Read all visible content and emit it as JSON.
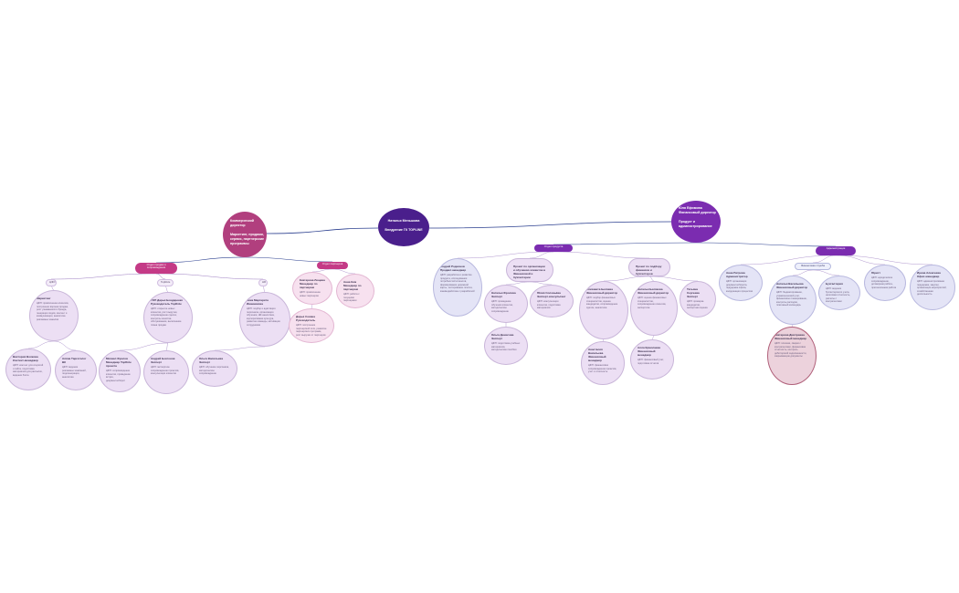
{
  "colors": {
    "center": "#4a1f8c",
    "left_main": "#b13f7e",
    "right_main": "#7b2cb0",
    "pill_pink": "#c43a86",
    "pill_purple": "#7b2cb0",
    "link_main": "#2b3f8f",
    "link_branch": "#9a7ac0"
  },
  "center": {
    "line1": "Наталья Меньшова",
    "line2": "Внедрение ГК TOPLINE",
    "icon": "center-topic-icon"
  },
  "left_main": {
    "line1": "Коммерческий директор",
    "line2": "Маркетинг, продажи, сервис, партнерские программы"
  },
  "right_main": {
    "line1": "Юля Ефимова Финансовый директор",
    "line2": "Продукт и администрирование"
  },
  "left_groups": [
    {
      "key": "sales",
      "label": "Отдел продаж и сопровождения"
    },
    {
      "key": "partners",
      "label": "Отдел партнеров"
    }
  ],
  "right_groups": [
    {
      "key": "product",
      "label": "Отдел продукта"
    },
    {
      "key": "admin",
      "label": "Администрация"
    }
  ],
  "sub_pills": {
    "b2b": "ЦФО",
    "topline": "TopRole",
    "hr": "HR",
    "finance": "Финансовая служба"
  },
  "nodes": {
    "mkt": {
      "title": "Маркетинг",
      "desc": "ЦФП: привлечение клиентов, построение воронки продаж, рост узнаваемости бренда, генерация лидов, контент и коммуникации, аналитика рекламных каналов"
    },
    "tl": {
      "title": "ТОП Дарья Бондаренко Руководитель TopRole",
      "desc": "ЦФП: открытие новых клиентов, рост выручки, сопровождение сделок, контроль качества обслуживания, выполнение плана продаж"
    },
    "hrh": {
      "title": "Ника Маргарита Иванникова",
      "desc": "ЦФП: подбор и адаптация персонала, организация обучения, HR-аналитика, корпоративная культура, развитие команды, мотивация сотрудников"
    },
    "mk1": {
      "title": "Виктория Волкова Контент-менеджер",
      "desc": "ЦФП: контент для соцсетей и сайта, подготовка материалов для рассылок, ведение блога"
    },
    "mk2": {
      "title": "Алёна Таргетолог ВК",
      "desc": "ЦФП: ведение рекламных кампаний, лидогенерация, аналитика"
    },
    "tl1": {
      "title": "Михаил Фролов Менеджер TopRole проекта",
      "desc": "ЦФП: сопровождение клиентов, проведение встреч, документооборот"
    },
    "tl2": {
      "title": "Андрей Бессонов Эксперт",
      "desc": "ЦФП: экспертное сопровождение проектов, консультации клиентов"
    },
    "hr1": {
      "title": "Ольга Васильева Эксперт",
      "desc": "ЦФП: обучение персонала, методическое сопровождение"
    },
    "p1": {
      "title": "Екатерина Лещева Менеджер по партнерам",
      "desc": "ЦФП: привлечение новых партнеров"
    },
    "p2": {
      "title": "Анна Ким Менеджер по партнерам",
      "desc": "ЦФП: работа с текущими партнерами"
    },
    "p3": {
      "title": "Дарья Сокина Руководитель",
      "desc": "ЦФП: построение партнерской сети, развитие партнерских программ, рост выручки от партнеров"
    },
    "r1": {
      "title": "Андрей Родионов Продакт-менеджер",
      "desc": "ЦФП: разработка и развитие продукта, исследования потребностей клиентов, формирование дорожной карты, тестирование гипотез, взаимодействие с разработкой"
    },
    "r2": {
      "title": "Проект по организации и обучению клиентов в Финансовой и бухгалтерии",
      "desc": ""
    },
    "r2a": {
      "title": "Наталья Фролова Эксперт",
      "desc": "ЦФП: проведение обучения клиентов, методическое сопровождение"
    },
    "r2b": {
      "title": "Юлия Соловьёва Эксперт-консультант",
      "desc": "ЦФП: консультации клиентов, подготовка материалов"
    },
    "r2c": {
      "title": "Ольга Денисова Эксперт",
      "desc": "ЦФП: подготовка учебных материалов, методические пособия"
    },
    "r3": {
      "title": "Проект по подбору финансов и бухгалтеров",
      "desc": ""
    },
    "r3a": {
      "title": "Елизавета Беляева Финансовый директор",
      "desc": "ЦФП: подбор финансовых специалистов, оценка кандидатов, сопровождение сделок, аналитика"
    },
    "r3b": {
      "title": "Наталья Белякова Финансовый директор",
      "desc": "ЦФП: оценка финансовых специалистов, сопровождение клиентов, экспертиза"
    },
    "r3c": {
      "title": "Татьяна Сергеева Эксперт",
      "desc": "ЦФП: проверка кандидатов, экспертная оценка"
    },
    "r3d": {
      "title": "Анастасия Васильева Финансовый менеджер",
      "desc": "ЦФП: финансовое сопровождение проектов, учет и отчетность"
    },
    "r3e": {
      "title": "Алла Ермолаева Финансовый менеджер",
      "desc": "ЦФП: финансовый учет, подготовка отчетов"
    },
    "ad1": {
      "title": "Анна Петрова Администратор",
      "desc": "ЦФП: организация документооборота, поддержка офиса, координация процессов"
    },
    "ad2": {
      "title": "Наталья Васильева Финансовый директор",
      "desc": "ЦФП: бюджетирование, управленческий учет, финансовое планирование, контроль расходов, платежный календарь"
    },
    "ad3": {
      "title": "Бухгалтерия",
      "desc": "ЦФП: ведение бухгалтерского учета, налоговая отчетность, расчеты с контрагентами"
    },
    "ad4": {
      "title": "Юрист",
      "desc": "ЦФП: юридическое сопровождение, договорная работа, претензионная работа"
    },
    "ad5": {
      "title": "Ирина Алексеева Офис-менеджер",
      "desc": "ЦФП: административная поддержка, закупки, организация мероприятий, хозяйственная деятельность"
    },
    "ad6": {
      "title": "Екатерина Дмитриева Финансовый менеджер",
      "desc": "ЦФП: платежи, сверки с контрагентами, финансовая отчетность, контроль дебиторской задолженности, закрывающие документы"
    }
  }
}
